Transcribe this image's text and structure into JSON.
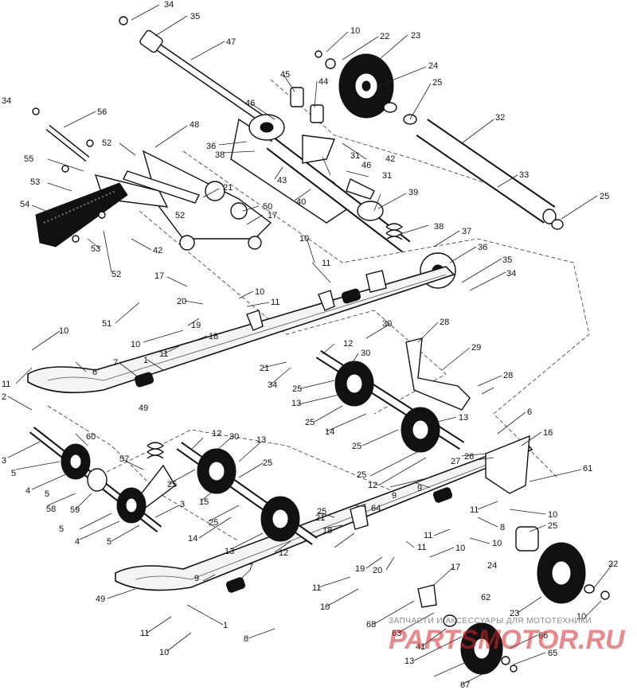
{
  "labels": [
    "1",
    "2",
    "3",
    "4",
    "5",
    "6",
    "7",
    "8",
    "9",
    "10",
    "11",
    "12",
    "13",
    "14",
    "15",
    "16",
    "17",
    "18",
    "19",
    "20",
    "21",
    "22",
    "23",
    "24",
    "25",
    "26",
    "27",
    "28",
    "29",
    "30",
    "31",
    "32",
    "33",
    "34",
    "35",
    "36",
    "37",
    "38",
    "39",
    "40",
    "41",
    "42",
    "43",
    "44",
    "45",
    "46",
    "47",
    "48",
    "49",
    "50",
    "51",
    "52",
    "53",
    "54",
    "55",
    "56",
    "57",
    "58",
    "59",
    "60",
    "61",
    "62",
    "63",
    "64",
    "65",
    "66",
    "67",
    "68"
  ],
  "watermark": {
    "caption": "ЗАПЧАСТИ И АКСЕССУАРЫ ДЛЯ МОТОТЕХНИКИ",
    "logo": "PARTSMOTOR.RU"
  },
  "colors": {
    "ink": "#111111",
    "paper": "#ffffff",
    "watermark_red": "#d72828"
  }
}
